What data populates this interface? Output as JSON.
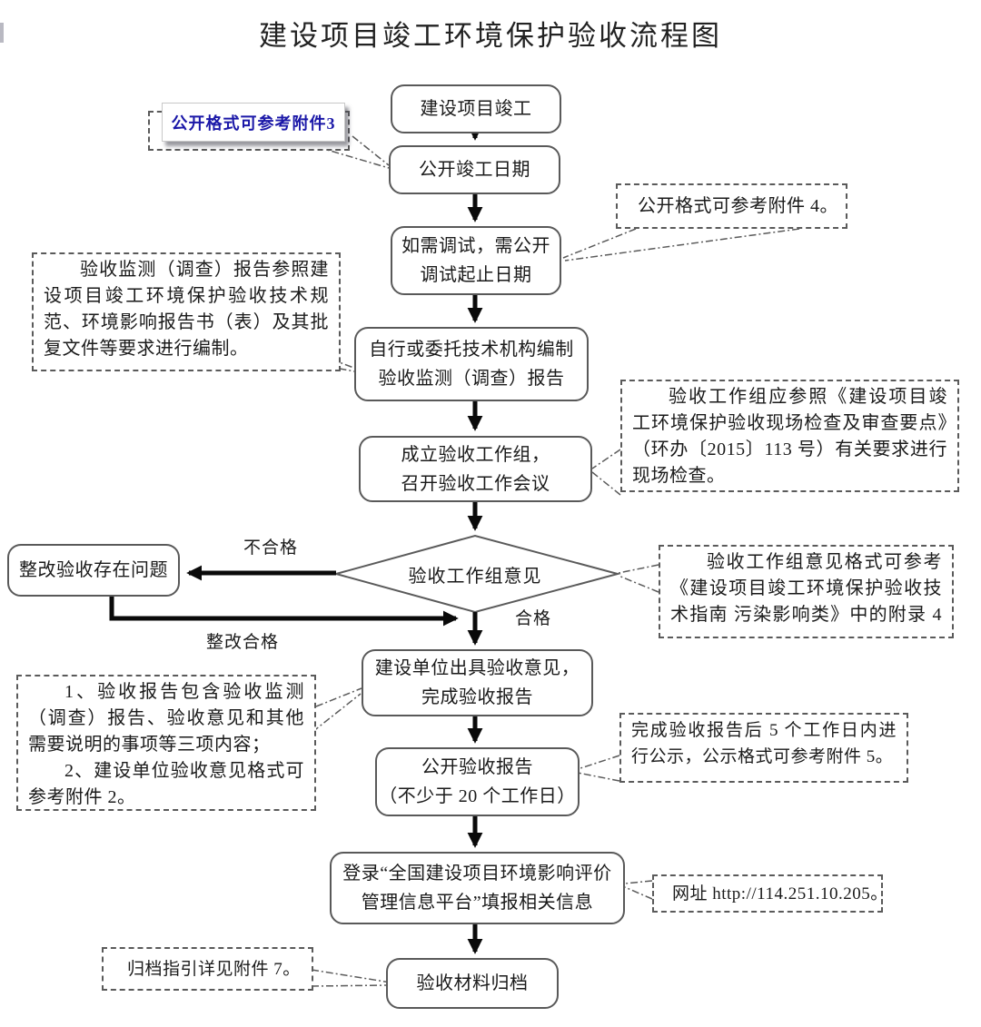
{
  "title": "建设项目竣工环境保护验收流程图",
  "colors": {
    "highlight_note_text": "#1b18a8",
    "box_border": "#595959",
    "arrow": "#0a0a0a"
  },
  "nodes": {
    "start": "建设项目竣工",
    "publish_date": "公开竣工日期",
    "debug": "如需调试，需公开\n调试起止日期",
    "compile_report": "自行或委托技术机构编制\n验收监测（调查）报告",
    "workgroup": "成立验收工作组，\n召开验收工作会议",
    "decision": "验收工作组意见",
    "rectify": "整改验收存在问题",
    "opinion": "建设单位出具验收意见，\n完成验收报告",
    "publicize": "公开验收报告\n（不少于 20 个工作日）",
    "platform": "登录“全国建设项目环境影响评价\n管理信息平台”填报相关信息",
    "archive": "验收材料归档"
  },
  "edge_labels": {
    "fail": "不合格",
    "pass": "合格",
    "rectified": "整改合格"
  },
  "notes": {
    "attachment3": "公开格式可参考附件3",
    "attachment4": "公开格式可参考附件 4。",
    "report_basis": "验收监测（调查）报告参照建设项目竣工环境保护验收技术规范、环境影响报告书（表）及其批复文件等要求进行编制。",
    "site_check": "验收工作组应参照《建设项目竣工环境保护验收现场检查及审查要点》（环办〔2015〕113 号）有关要求进行现场检查。",
    "opinion_format": "验收工作组意见格式可参考《建设项目竣工环境保护验收技术指南 污染影响类》中的附录 4 。",
    "report_content_1": "1、验收报告包含验收监测（调查）报告、验收意见和其他需要说明的事项等三项内容；",
    "report_content_2": "2、建设单位验收意见格式可参考附件 2。",
    "publicity": "完成验收报告后 5 个工作日内进行公示，公示格式可参考附件 5。",
    "website": "网址 http://114.251.10.205。",
    "archive_guide": "归档指引详见附件 7。"
  }
}
